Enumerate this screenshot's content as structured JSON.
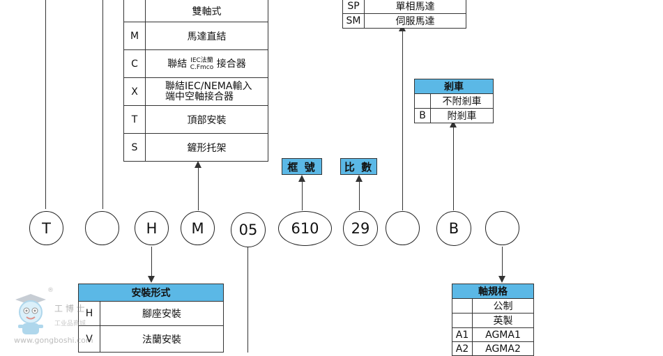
{
  "circles": [
    "T",
    "",
    "H",
    "M",
    "05",
    "610",
    "29",
    "",
    "B",
    ""
  ],
  "table_shaft": {
    "header": "雙軸式",
    "rows": [
      {
        "code": "M",
        "desc": "馬達直結"
      },
      {
        "code": "C",
        "desc_pre": "聯結",
        "desc_small_top": "IEC法蘭",
        "desc_small_bottom": "C.Fmco",
        "desc_post": "接合器"
      },
      {
        "code": "X",
        "desc_line1": "聯結IEC/NEMA輸入",
        "desc_line2": "端中空軸接合器"
      },
      {
        "code": "T",
        "desc": "頂部安裝"
      },
      {
        "code": "S",
        "desc": "鏟形托架"
      }
    ]
  },
  "table_motor": {
    "rows": [
      {
        "code": "SP",
        "desc": "單相馬達"
      },
      {
        "code": "SM",
        "desc": "伺服馬達"
      }
    ]
  },
  "label_frame": "框 號",
  "label_ratio": "比 數",
  "table_brake": {
    "header": "剎車",
    "rows": [
      {
        "code": "",
        "desc": "不附剎車"
      },
      {
        "code": "B",
        "desc": "附剎車"
      }
    ]
  },
  "table_mount": {
    "header": "安裝形式",
    "rows": [
      {
        "code": "H",
        "desc": "腳座安裝"
      },
      {
        "code": "V",
        "desc": "法蘭安裝"
      }
    ]
  },
  "table_spec": {
    "header": "軸規格",
    "rows": [
      {
        "code": "",
        "desc": "公制"
      },
      {
        "code": "",
        "desc": "英製"
      },
      {
        "code": "A1",
        "desc": "AGMA1"
      },
      {
        "code": "A2",
        "desc": "AGMA2"
      }
    ]
  },
  "watermark": {
    "registered": "®",
    "brand": "工 博 士",
    "tagline": "工业品商城",
    "url": "www.gongboshi.com"
  },
  "colors": {
    "header_bg": "#5bb8e6",
    "line": "#333333"
  }
}
